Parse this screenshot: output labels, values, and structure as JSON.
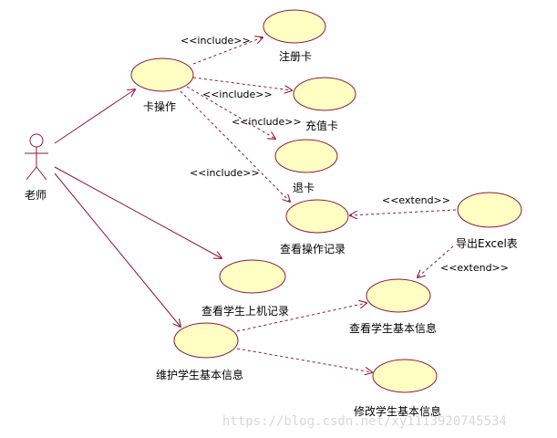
{
  "actor": {
    "label": "老师"
  },
  "usecases": {
    "card_op": "卡操作",
    "register_card": "注册卡",
    "recharge_card": "充值卡",
    "refund_card": "退卡",
    "view_op_records": "查看操作记录",
    "export_excel": "导出Excel表",
    "view_online_records": "查看学生上机记录",
    "view_student_info": "查看学生基本信息",
    "maintain_student_info": "维护学生基本信息",
    "modify_student_info": "修改学生基本信息"
  },
  "stereotypes": {
    "include_register": "<<include>>",
    "include_recharge": "<<include>>",
    "include_refund": "<<include>>",
    "include_view_records": "<<include>>",
    "extend_export": "<<extend>>",
    "extend_student_info": "<<extend>>"
  },
  "watermark": "https://blog.csdn.net/xy1113920745534"
}
